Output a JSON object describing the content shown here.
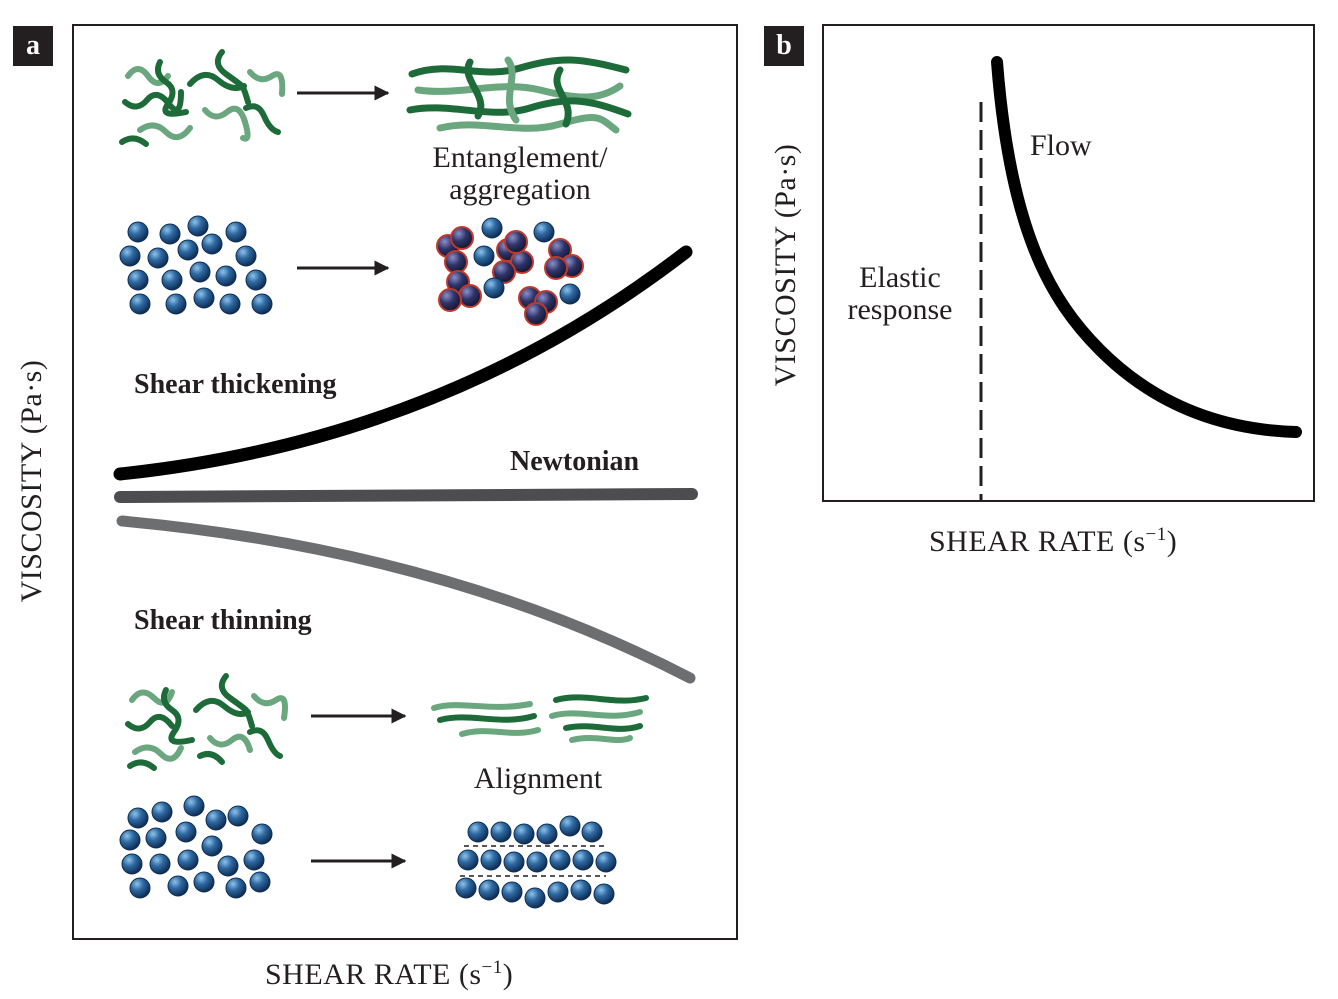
{
  "panel_a": {
    "tag": "a",
    "y_axis_label": "VISCOSITY (Pa·s)",
    "x_axis_label_main": "SHEAR RATE (s",
    "x_axis_label_sup": "−1",
    "x_axis_label_end": ")",
    "curves": {
      "thickening_label": "Shear thickening",
      "newtonian_label": "Newtonian",
      "thinning_label": "Shear thinning"
    },
    "captions": {
      "entanglement_line1": "Entanglement/",
      "entanglement_line2": "aggregation",
      "alignment": "Alignment"
    }
  },
  "panel_b": {
    "tag": "b",
    "y_axis_label": "VISCOSITY (Pa·s)",
    "x_axis_label_main": "SHEAR RATE (s",
    "x_axis_label_sup": "−1",
    "x_axis_label_end": ")",
    "flow_label": "Flow",
    "elastic_line1": "Elastic",
    "elastic_line2": "response"
  },
  "colors": {
    "ink": "#231f20",
    "thickening": "#000000",
    "newtonian": "#4d4d4f",
    "thinning": "#6d6e70",
    "polymer_dark": "#1e6b3a",
    "polymer_light": "#6aa77e",
    "particle": "#2a5d8f",
    "particle_cluster": "#2b2f55",
    "cluster_outline": "#c0392b"
  }
}
